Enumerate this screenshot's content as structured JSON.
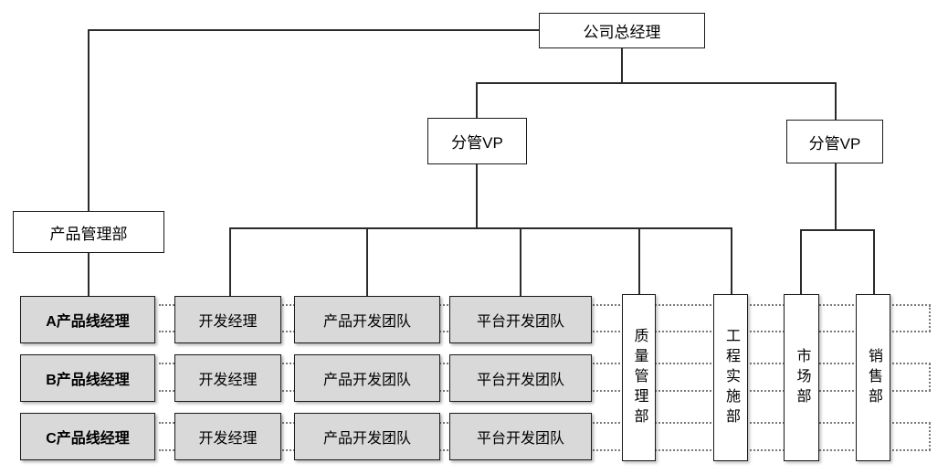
{
  "diagram": {
    "type": "matrix-org-chart",
    "nodes": {
      "general_manager": "公司总经理",
      "vp_left": "分管VP",
      "vp_right": "分管VP",
      "product_management": "产品管理部"
    },
    "product_lines": [
      {
        "manager": "A产品线经理",
        "dev_manager": "开发经理",
        "product_team": "产品开发团队",
        "platform_team": "平台开发团队"
      },
      {
        "manager": "B产品线经理",
        "dev_manager": "开发经理",
        "product_team": "产品开发团队",
        "platform_team": "平台开发团队"
      },
      {
        "manager": "C产品线经理",
        "dev_manager": "开发经理",
        "product_team": "产品开发团队",
        "platform_team": "平台开发团队"
      }
    ],
    "departments": [
      {
        "label": "质量管理部"
      },
      {
        "label": "工程实施部"
      },
      {
        "label": "市场部"
      },
      {
        "label": "销售部"
      }
    ],
    "colors": {
      "team_box_fill": "#d9d9d9",
      "dept_box_fill": "#ffffff",
      "border": "#1a1a1a",
      "solid_line": "#2b2b2b",
      "dotted_line": "#7a7a7a",
      "background": "#ffffff"
    }
  }
}
